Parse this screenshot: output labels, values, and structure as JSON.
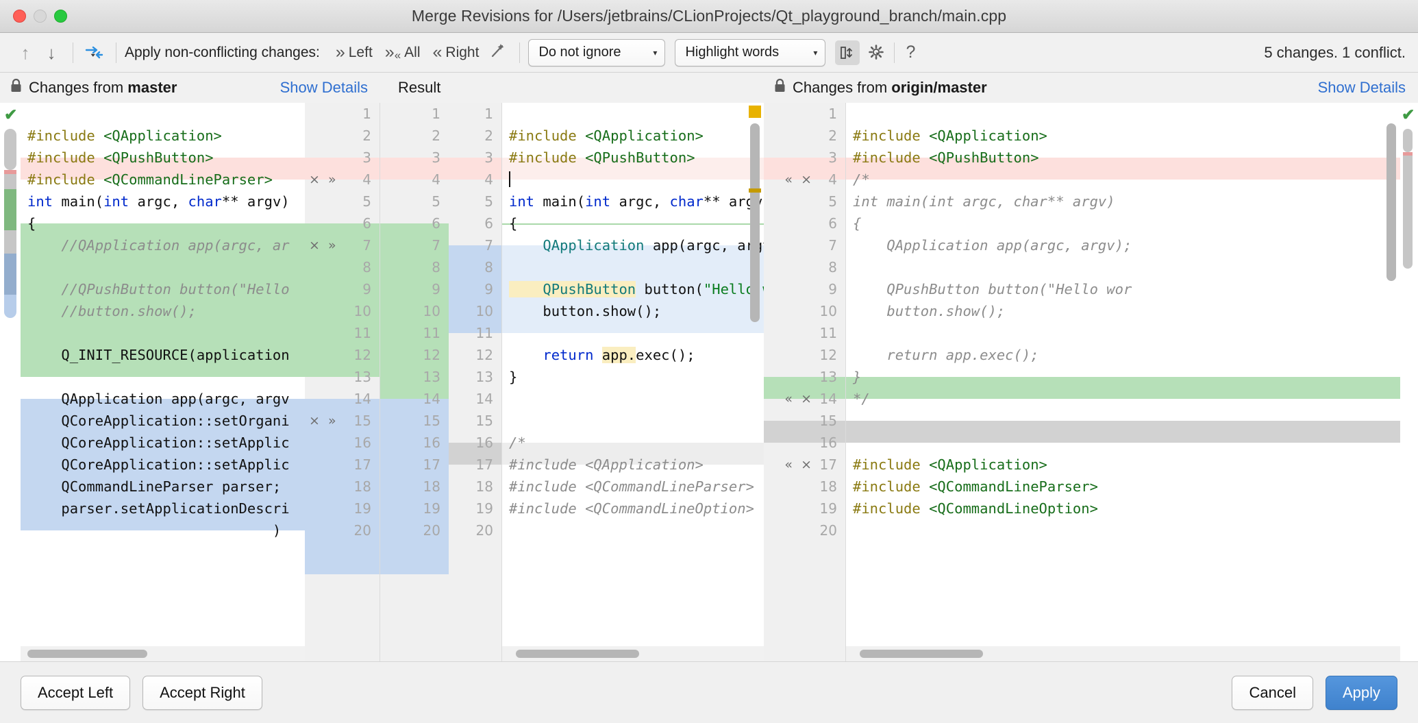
{
  "window": {
    "title": "Merge Revisions for /Users/jetbrains/CLionProjects/Qt_playground_branch/main.cpp",
    "traffic": {
      "close": "close-button",
      "minimize": "minimize-button",
      "zoom": "zoom-button"
    }
  },
  "toolbar": {
    "prev_icon": "↑",
    "next_icon": "↓",
    "apply_icon": "⇥",
    "apply_label": "Apply non-conflicting changes:",
    "left_label": "Left",
    "all_label": "All",
    "right_label": "Right",
    "magic_icon": "✨",
    "ignore_select": "Do not ignore",
    "highlight_select": "Highlight words",
    "caret": "▾",
    "columns_icon": "▯↕",
    "gear_icon": "⚙",
    "help_icon": "?",
    "status": "5 changes. 1 conflict."
  },
  "headers": {
    "left": {
      "lock": "🔒",
      "prefix": "Changes from ",
      "branch": "master",
      "details": "Show Details"
    },
    "center": {
      "title": "Result"
    },
    "right": {
      "lock": "🔒",
      "prefix": "Changes from ",
      "branch": "origin/master",
      "details": "Show Details"
    }
  },
  "left_pane": {
    "lines": [
      {
        "n": "",
        "text": ""
      },
      {
        "n": "2",
        "text": "#include <QApplication>"
      },
      {
        "n": "3",
        "text": "#include <QPushButton>"
      },
      {
        "n": "4",
        "text": "#include <QCommandLineParser>",
        "state": "deleted",
        "actions": "× »"
      },
      {
        "n": "5",
        "text": "int main(int argc, char** argv)"
      },
      {
        "n": "6",
        "text": "{"
      },
      {
        "n": "7",
        "text": "    //QApplication app(argc, ar",
        "state": "inserted",
        "actions": "× »"
      },
      {
        "n": "8",
        "text": ""
      },
      {
        "n": "9",
        "text": "    //QPushButton button(\"Hello"
      },
      {
        "n": "10",
        "text": "    //button.show();"
      },
      {
        "n": "11",
        "text": ""
      },
      {
        "n": "12",
        "text": "    Q_INIT_RESOURCE(application"
      },
      {
        "n": "13",
        "text": ""
      },
      {
        "n": "14",
        "text": "    QApplication app(argc, argv"
      },
      {
        "n": "15",
        "text": "    QCoreApplication::setOrgani",
        "state": "modified",
        "actions": "× »"
      },
      {
        "n": "16",
        "text": "    QCoreApplication::setApplic"
      },
      {
        "n": "17",
        "text": "    QCoreApplication::setApplic"
      },
      {
        "n": "18",
        "text": "    QCommandLineParser parser;"
      },
      {
        "n": "19",
        "text": "    parser.setApplicationDescri"
      },
      {
        "n": "20",
        "text": ""
      }
    ]
  },
  "result_pane": {
    "lines": [
      {
        "n": "1",
        "text": ""
      },
      {
        "n": "2",
        "text": "#include <QApplication>"
      },
      {
        "n": "3",
        "text": "#include <QPushButton>"
      },
      {
        "n": "4",
        "text": "",
        "state": "conflict-empty"
      },
      {
        "n": "5",
        "text": "int main(int argc, char** argv)"
      },
      {
        "n": "6",
        "text": "{"
      },
      {
        "n": "7",
        "text": "    QApplication app(argc, argv);"
      },
      {
        "n": "8",
        "text": ""
      },
      {
        "n": "9",
        "text": "    QPushButton button(\"Hello worl"
      },
      {
        "n": "10",
        "text": "    button.show();"
      },
      {
        "n": "11",
        "text": ""
      },
      {
        "n": "12",
        "text": "    return app.exec();"
      },
      {
        "n": "13",
        "text": "}"
      },
      {
        "n": "14",
        "text": ""
      },
      {
        "n": "15",
        "text": ""
      },
      {
        "n": "16",
        "text": "/*"
      },
      {
        "n": "17",
        "text": "#include <QApplication>"
      },
      {
        "n": "18",
        "text": "#include <QCommandLineParser>"
      },
      {
        "n": "19",
        "text": "#include <QCommandLineOption>"
      },
      {
        "n": "20",
        "text": ""
      }
    ]
  },
  "right_pane": {
    "lines": [
      {
        "n": "1",
        "text": ""
      },
      {
        "n": "2",
        "text": "#include <QApplication>"
      },
      {
        "n": "3",
        "text": "#include <QPushButton>"
      },
      {
        "n": "4",
        "text": "/*",
        "state": "deleted",
        "actions": "« ×"
      },
      {
        "n": "5",
        "text": "int main(int argc, char** argv)"
      },
      {
        "n": "6",
        "text": "{"
      },
      {
        "n": "7",
        "text": "    QApplication app(argc, argv);"
      },
      {
        "n": "8",
        "text": ""
      },
      {
        "n": "9",
        "text": "    QPushButton button(\"Hello wor"
      },
      {
        "n": "10",
        "text": "    button.show();"
      },
      {
        "n": "11",
        "text": ""
      },
      {
        "n": "12",
        "text": "    return app.exec();"
      },
      {
        "n": "13",
        "text": "}"
      },
      {
        "n": "14",
        "text": "*/",
        "state": "inserted",
        "actions": "« ×"
      },
      {
        "n": "15",
        "text": ""
      },
      {
        "n": "16",
        "text": ""
      },
      {
        "n": "17",
        "text": "#include <QApplication>",
        "state": "modified",
        "actions": "« ×"
      },
      {
        "n": "18",
        "text": "#include <QCommandLineParser>"
      },
      {
        "n": "19",
        "text": "#include <QCommandLineOption>"
      },
      {
        "n": "20",
        "text": ""
      }
    ]
  },
  "footer": {
    "accept_left": "Accept Left",
    "accept_right": "Accept Right",
    "cancel": "Cancel",
    "apply": "Apply"
  },
  "colors": {
    "accent": "#3f82cd",
    "deleted": "#fde0dd",
    "inserted": "#b6e0b8",
    "modified": "#c4d7f0",
    "link": "#2f6fd0",
    "conflict_marker": "#e8b200"
  }
}
